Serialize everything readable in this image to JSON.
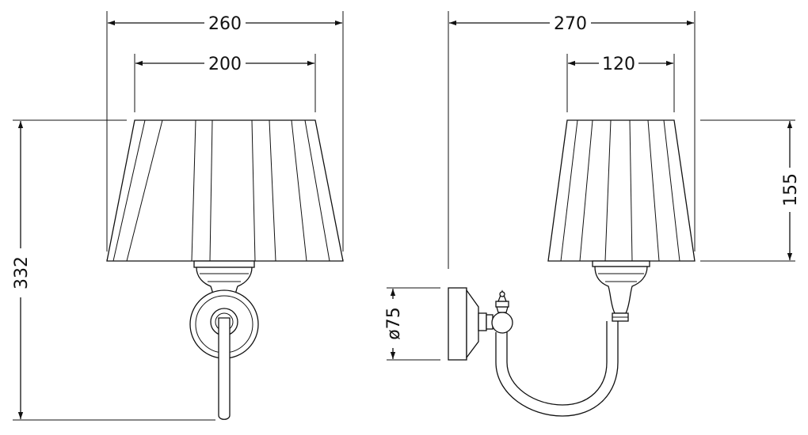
{
  "dimensions": {
    "front_shade_bottom_width": "260",
    "front_shade_top_width": "200",
    "front_total_height": "332",
    "side_total_projection": "270",
    "side_shade_top_width": "120",
    "side_shade_height": "155",
    "wall_plate_diameter": "ø75"
  },
  "colors": {
    "line": "#111111",
    "background": "#ffffff"
  }
}
